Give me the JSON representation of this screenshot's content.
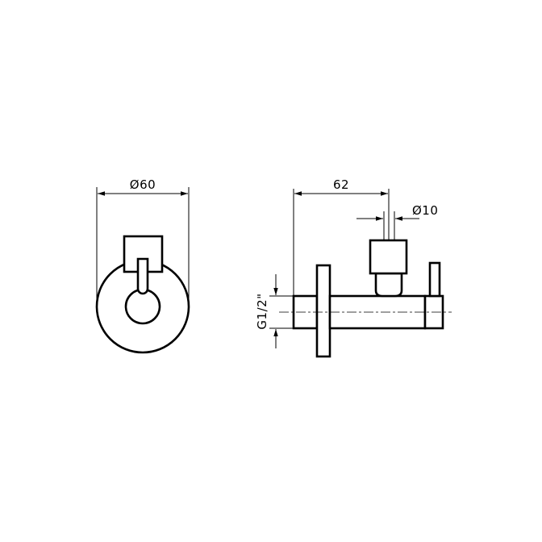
{
  "dimensions": {
    "front_diameter": "Ø60",
    "side_length": "62",
    "spindle_diameter": "Ø10",
    "thread_size": "G1/2\""
  }
}
